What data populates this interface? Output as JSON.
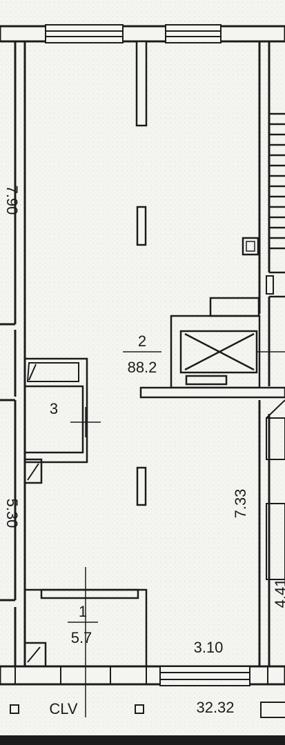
{
  "plan": {
    "rooms": [
      {
        "number": "2",
        "area": "88.2"
      },
      {
        "number": "3"
      },
      {
        "number": "1",
        "area": "5.7"
      }
    ],
    "dimensions": [
      "7.33",
      "3.10",
      "5.30",
      "7.90",
      "4.41"
    ],
    "bottom_labels": [
      "CLV",
      "32.32"
    ]
  },
  "colors": {
    "ink": "#1b1b1b",
    "paper": "#f4f4f1"
  }
}
